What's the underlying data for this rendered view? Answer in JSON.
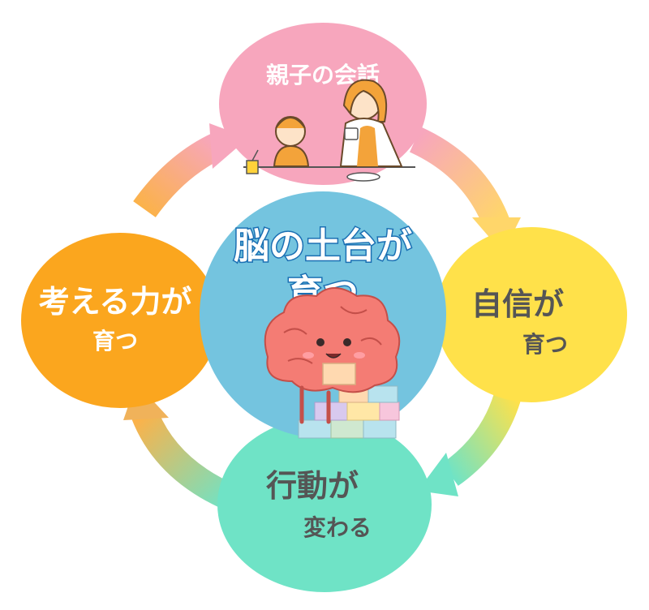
{
  "center": {
    "line1": "脳の土台が",
    "line2": "育つ",
    "fill": "#74c4df"
  },
  "nodes": {
    "top": {
      "label": "親子の会話",
      "fill": "#f7a6bd"
    },
    "right": {
      "line1": "自信が",
      "line2": "育つ",
      "fill": "#ffe14a"
    },
    "bottom": {
      "line1": "行動が",
      "line2": "変わる",
      "fill": "#6fe3c6"
    },
    "left": {
      "line1": "考える力が",
      "line2": "育つ",
      "fill": "#fba61e"
    }
  },
  "colors": {
    "label_text": "#555555",
    "center_text": "#ffffff",
    "center_stroke": "#1a6fb3"
  }
}
